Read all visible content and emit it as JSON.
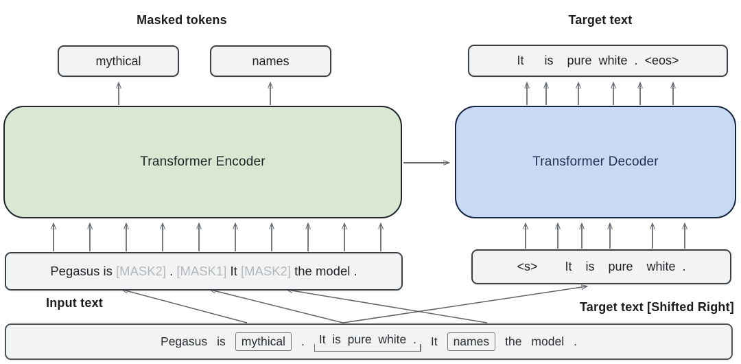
{
  "headers": {
    "masked_tokens": "Masked tokens",
    "target_text": "Target text",
    "input_text": "Input text",
    "target_text_shifted": "Target text  [Shifted Right]"
  },
  "encoder": {
    "label": "Transformer Encoder"
  },
  "decoder": {
    "label": "Transformer Decoder"
  },
  "masked_token_outputs": [
    {
      "label": "mythical"
    },
    {
      "label": "names"
    }
  ],
  "target_output_text": "It   is  pure white . <eos>",
  "decoder_input_text": "<s>    It  is  pure  white .",
  "encoder_input_tokens": [
    {
      "text": "Pegasus is ",
      "muted": false
    },
    {
      "text": "[MASK2]",
      "muted": true
    },
    {
      "text": " . ",
      "muted": false
    },
    {
      "text": "[MASK1]",
      "muted": true
    },
    {
      "text": " It ",
      "muted": false
    },
    {
      "text": "[MASK2]",
      "muted": true
    },
    {
      "text": " the model .",
      "muted": false
    }
  ],
  "source_tokens": [
    {
      "text": "Pegasus",
      "style": "plain"
    },
    {
      "text": "is",
      "style": "plain"
    },
    {
      "text": "mythical",
      "style": "boxed"
    },
    {
      "text": ".",
      "style": "plain"
    },
    {
      "text": "It  is  pure  white  .",
      "style": "bracket"
    },
    {
      "text": "It",
      "style": "plain"
    },
    {
      "text": "names",
      "style": "boxed"
    },
    {
      "text": "the",
      "style": "plain"
    },
    {
      "text": "model",
      "style": "plain"
    },
    {
      "text": ".",
      "style": "plain"
    }
  ],
  "colors": {
    "encoder_fill": "#d9e8d2",
    "decoder_fill": "#c8d9f4",
    "token_box_fill": "#f1f3f4",
    "masked_token_text": "#b5b8bb",
    "arrow": "#5f6368"
  }
}
